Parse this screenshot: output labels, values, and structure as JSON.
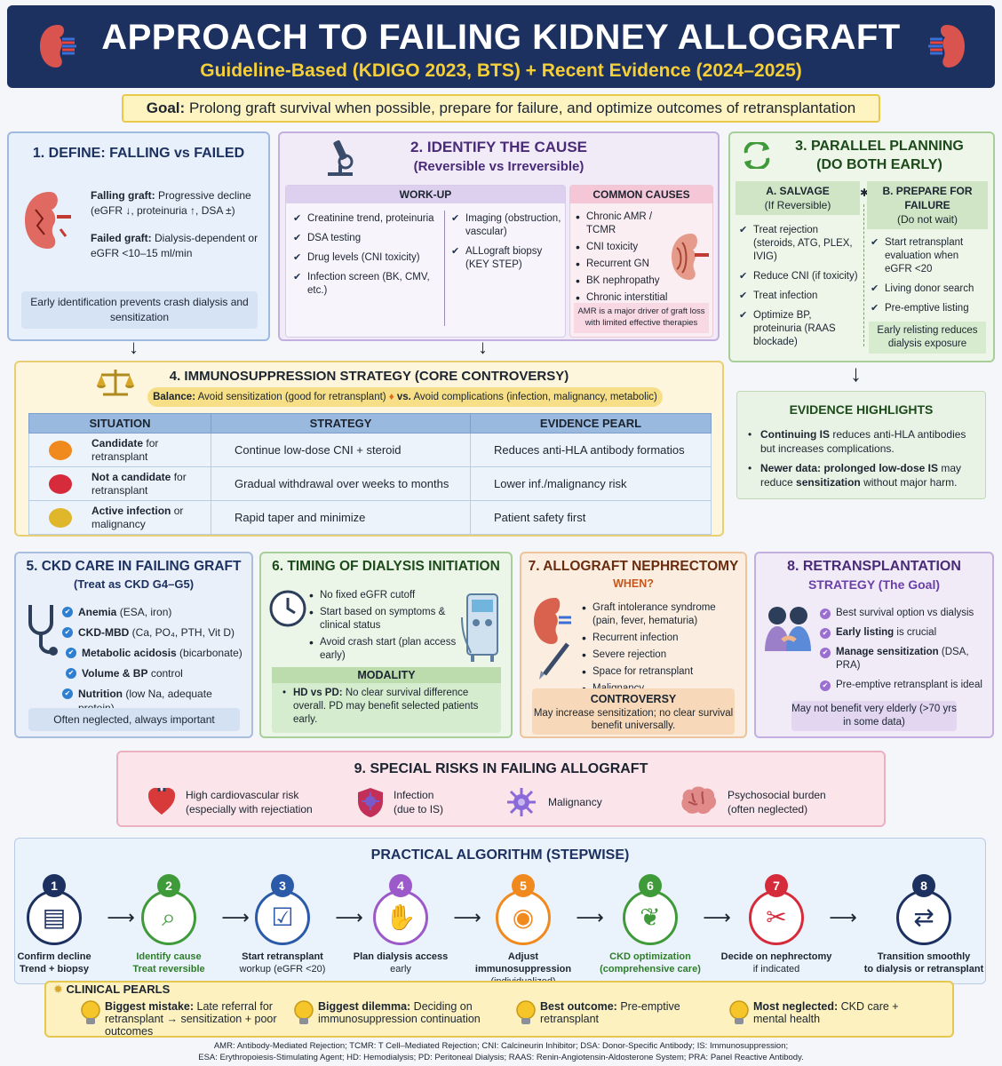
{
  "header": {
    "title": "APPROACH TO FAILING KIDNEY ALLOGRAFT",
    "subtitle": "Guideline-Based (KDIGO 2023, BTS) + Recent Evidence (2024–2025)"
  },
  "goal": {
    "label": "Goal:",
    "text": "Prolong graft survival when possible, prepare for failure, and optimize outcomes of retransplantation"
  },
  "s1": {
    "title": "1. DEFINE: FALLING vs FAILED",
    "falling_label": "Falling graft:",
    "falling_text1": "Progressive decline",
    "falling_text2": "(eGFR ↓, proteinuria ↑, DSA ±)",
    "failed_label": "Failed graft:",
    "failed_text1": "Dialysis-dependent or",
    "failed_text2": "eGFR <10–15 ml/min",
    "note": "Early identification prevents crash dialysis and sensitization"
  },
  "s2": {
    "title": "2. IDENTIFY THE CAUSE",
    "subtitle": "(Reversible vs Irreversible)",
    "workup_title": "WORK-UP",
    "workup_left": [
      "Creatinine trend, proteinuria",
      "DSA testing",
      "Drug levels (CNI toxicity)",
      "Infection screen (BK, CMV, etc.)"
    ],
    "workup_right": [
      "Imaging (obstruction, vascular)",
      "ALLograft biopsy (KEY STEP)"
    ],
    "causes_title": "COMMON CAUSES",
    "causes": [
      "Chronic AMR / TCMR",
      "CNI toxicity",
      "Recurrent GN",
      "BK nephropathy",
      "Chronic interstitial fibrosis"
    ],
    "causes_note": "AMR is a major driver of graft loss with limited effective therapies"
  },
  "s3": {
    "title1": "3. PARALLEL PLANNING",
    "title2": "(DO BOTH EARLY)",
    "a_title": "A. SALVAGE",
    "a_sub": "(If Reversible)",
    "a_items": [
      "Treat rejection (steroids, ATG, PLEX, IVIG)",
      "Reduce CNI (if toxicity)",
      "Treat infection",
      "Optimize BP, proteinuria (RAAS blockade)"
    ],
    "b_title": "B. PREPARE FOR FAILURE",
    "b_sub": "(Do not wait)",
    "b_items": [
      "Start retransplant evaluation when eGFR <20",
      "Living donor search",
      "Pre-emptive listing"
    ],
    "b_note": "Early relisting reduces dialysis exposure"
  },
  "s4": {
    "title": "4. IMMUNOSUPPRESSION STRATEGY (CORE CONTROVERSY)",
    "balance_label": "Balance:",
    "balance_left": "Avoid sensitization (good for retransplant)",
    "balance_vs": "vs.",
    "balance_right": "Avoid complications (infection, malignancy, metabolic)",
    "headers": [
      "SITUATION",
      "STRATEGY",
      "EVIDENCE PEARL"
    ],
    "rows": [
      {
        "sit_b": "Candidate",
        "sit": "for retransplant",
        "strategy": "Continue low-dose CNI + steroid",
        "pearl": "Reduces anti-HLA antibody formatios"
      },
      {
        "sit_b": "Not a candidate",
        "sit": "for retransplant",
        "strategy": "Gradual withdrawal over weeks to months",
        "pearl": "Lower inf./malignancy risk"
      },
      {
        "sit_b": "Active infection",
        "sit": "or malignancy",
        "strategy": "Rapid taper and minimize",
        "pearl": "Patient safety first"
      }
    ]
  },
  "evidence": {
    "title": "EVIDENCE HIGHLIGHTS",
    "i1_b": "Continuing IS",
    "i1": "reduces anti-HLA antibodies but increases complications.",
    "i2_b": "Newer data: prolonged low-dose IS",
    "i2": "may reduce",
    "i2_b2": "sensitization",
    "i2_end": "without major harm."
  },
  "s5": {
    "title": "5. CKD CARE IN FAILING GRAFT",
    "subtitle": "(Treat as CKD G4–G5)",
    "items": [
      {
        "b": "Anemia",
        "t": "(ESA, iron)"
      },
      {
        "b": "CKD-MBD",
        "t": "(Ca, PO₄, PTH, Vit D)"
      },
      {
        "b": "Metabolic acidosis",
        "t": "(bicarbonate)"
      },
      {
        "b": "Volume & BP",
        "t": "control"
      },
      {
        "b": "Nutrition",
        "t": "(low Na, adequate protein)"
      }
    ],
    "note": "Often neglected, always important"
  },
  "s6": {
    "title": "6. TIMING OF DIALYSIS INITIATION",
    "items": [
      "No fixed eGFR cutoff",
      "Start based on symptoms & clinical status",
      "Avoid crash start (plan access early)"
    ],
    "modality_title": "MODALITY",
    "mod_b": "HD vs PD:",
    "mod_t": "No clear survival difference overall. PD may benefit selected patients early."
  },
  "s7": {
    "title": "7. ALLOGRAFT NEPHRECTOMY",
    "when": "WHEN?",
    "items": [
      "Graft intolerance syndrome (pain, fever, hematuria)",
      "Recurrent infection",
      "Severe rejection",
      "Space for retransplant",
      "Malignancy"
    ],
    "controversy_title": "CONTROVERSY",
    "controversy": "May increase sensitization; no clear survival benefit universally."
  },
  "s8": {
    "title": "8. RETRANSPLANTATION",
    "sub_b": "STRATEGY",
    "sub": "(The Goal)",
    "items": [
      {
        "b": "",
        "t": "Best survival option vs dialysis"
      },
      {
        "b": "Early listing",
        "t": "is crucial"
      },
      {
        "b": "Manage sensitization",
        "t": "(DSA, PRA)"
      },
      {
        "b": "",
        "t": "Pre-emptive retransplant is ideal"
      }
    ],
    "note": "May not benefit very elderly (>70 yrs in some data)"
  },
  "s9": {
    "title": "9. SPECIAL RISKS IN FAILING ALLOGRAFT",
    "risks": [
      {
        "t1": "High cardiovascular risk",
        "t2": "(especially with rejectiation"
      },
      {
        "t1": "Infection",
        "t2": "(due to IS)"
      },
      {
        "t1": "Malignancy",
        "t2": ""
      },
      {
        "t1": "Psychosocial burden",
        "t2": "(often neglected)"
      }
    ]
  },
  "algo": {
    "title": "PRACTICAL ALGORITHM (STEPWISE)",
    "steps": [
      {
        "n": "1",
        "l1": "Confirm decline",
        "l2": "Trend + biopsy"
      },
      {
        "n": "2",
        "l1": "Identify cause",
        "l2": "Treat reversible"
      },
      {
        "n": "3",
        "l1": "Start retransplant",
        "l2": "workup (eGFR <20)"
      },
      {
        "n": "4",
        "l1": "Plan dialysis access",
        "l2": "early"
      },
      {
        "n": "5",
        "l1": "Adjust immunosuppression",
        "l2": "(individualized)"
      },
      {
        "n": "6",
        "l1": "CKD optimization",
        "l2": "(comprehensive care)"
      },
      {
        "n": "7",
        "l1": "Decide on nephrectomy",
        "l2": "if indicated"
      },
      {
        "n": "8",
        "l1": "Transition smoothly",
        "l2": "to dialysis or retransplant"
      }
    ]
  },
  "pearls": {
    "title": "CLINICAL PEARLS",
    "items": [
      {
        "b": "Biggest mistake:",
        "t": "Late referral for retransplant → sensitization + poor outcomes"
      },
      {
        "b": "Biggest dilemma:",
        "t": "Deciding on immunosuppression continuation"
      },
      {
        "b": "Best outcome:",
        "t": "Pre-emptive retransplant"
      },
      {
        "b": "Most neglected:",
        "t": "CKD care + mental health"
      }
    ]
  },
  "footer": {
    "line1": "AMR: Antibody-Mediated Rejection; TCMR: T Cell–Mediated Rejection; CNI: Calcineurin Inhibitor; DSA: Donor-Specific Antibody; IS: Immunosuppression;",
    "line2": "ESA: Erythropoiesis-Stimulating Agent; HD: Hemodialysis; PD: Peritoneal Dialysis; RAAS: Renin-Angiotensin-Aldosterone System; PRA: Panel Reactive Antibody."
  },
  "colors": {
    "navy": "#1c3160",
    "gold": "#f5cf3a",
    "step_colors": [
      "#1c3160",
      "#3f9a3a",
      "#2a5aa8",
      "#9b59c9",
      "#f08a1e",
      "#3f9a3a",
      "#d62b3b",
      "#1c3160"
    ]
  }
}
